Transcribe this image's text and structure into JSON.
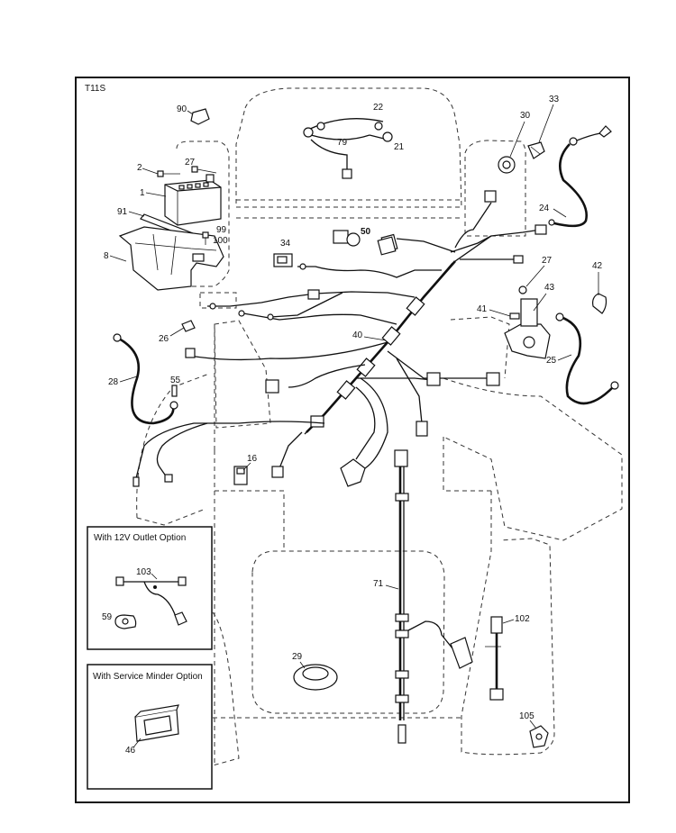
{
  "diagram": {
    "code": "T11S",
    "inset_12v": {
      "title": "With 12V Outlet Option",
      "labels": {
        "harness": "103",
        "outlet": "59"
      }
    },
    "inset_service": {
      "title": "With Service Minder Option",
      "labels": {
        "minder": "46"
      }
    },
    "labels": {
      "p90": "90",
      "p22": "22",
      "p79": "79",
      "p21": "21",
      "p30": "30",
      "p33": "33",
      "p2": "2",
      "p27a": "27",
      "p1": "1",
      "p91": "91",
      "p99": "99",
      "p100": "100",
      "p8": "8",
      "p34": "34",
      "p50": "50",
      "p24": "24",
      "p42": "42",
      "p27b": "27",
      "p43": "43",
      "p41": "41",
      "p26": "26",
      "p40": "40",
      "p25": "25",
      "p28": "28",
      "p55": "55",
      "p16": "16",
      "p71": "71",
      "p102": "102",
      "p29": "29",
      "p105": "105"
    }
  }
}
